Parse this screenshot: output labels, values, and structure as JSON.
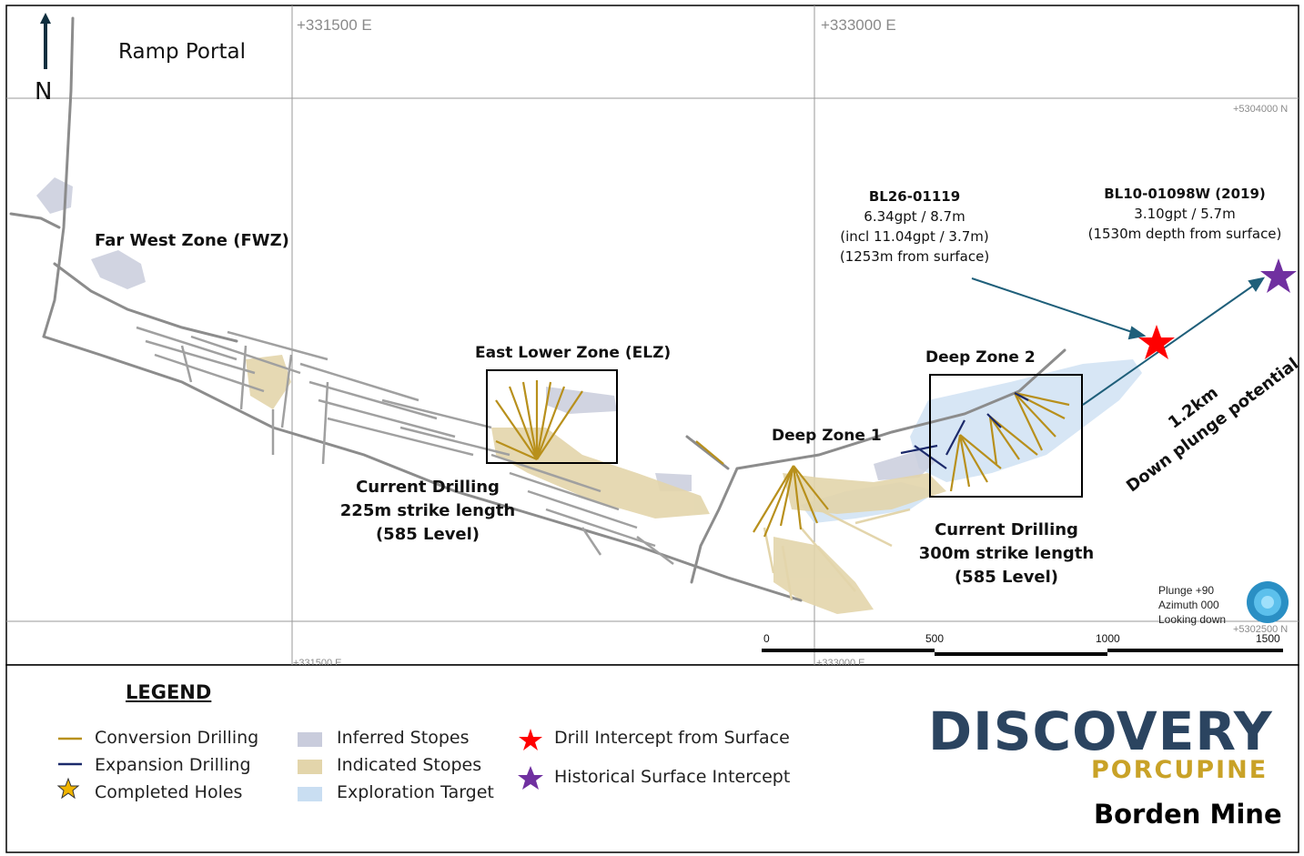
{
  "north_label": "N",
  "ramp_portal": "Ramp Portal",
  "grid": {
    "easting_1": "+331500 E",
    "easting_2": "+333000 E",
    "northing_1": "+5304000 N",
    "northing_2": "+5302500 N",
    "easting_1_bottom": "+331500 E",
    "easting_2_bottom": "+333000 E"
  },
  "zones": {
    "fwz": "Far West Zone (FWZ)",
    "elz": "East Lower Zone (ELZ)",
    "deep1": "Deep Zone 1",
    "deep2": "Deep Zone 2"
  },
  "drilling_left": {
    "line1": "Current Drilling",
    "line2": "225m strike length",
    "line3": "(585 Level)"
  },
  "drilling_right": {
    "line1": "Current Drilling",
    "line2": "300m strike length",
    "line3": "(585 Level)"
  },
  "intercept_1": {
    "hole": "BL26-01119",
    "grade": "6.34gpt / 8.7m",
    "incl": "(incl 11.04gpt / 3.7m)",
    "depth": "(1253m from surface)"
  },
  "intercept_2": {
    "hole": "BL10-01098W (2019)",
    "grade": "3.10gpt / 5.7m",
    "depth": "(1530m depth from surface)"
  },
  "plunge_text": {
    "line1": "1.2km",
    "line2": "Down plunge potential"
  },
  "view": {
    "plunge": "Plunge +90",
    "azimuth": "Azimuth 000",
    "looking": "Looking down"
  },
  "scale": [
    "0",
    "500",
    "1000",
    "1500"
  ],
  "legend": {
    "title": "LEGEND",
    "conversion": "Conversion Drilling",
    "expansion": "Expansion Drilling",
    "completed": "Completed Holes",
    "inferred": "Inferred Stopes",
    "indicated": "Indicated Stopes",
    "exploration": "Exploration Target",
    "surface_intercept": "Drill Intercept from Surface",
    "historical": "Historical Surface Intercept"
  },
  "brand": {
    "name": "DISCOVERY",
    "sub": "PORCUPINE",
    "mine": "Borden Mine"
  },
  "colors": {
    "conversion": "#b8901c",
    "expansion": "#1c2a6b",
    "inferred": "#c9ccdc",
    "indicated": "#e3d5ab",
    "exploration": "#c9def2",
    "surface_star": "#ff0000",
    "historical_star": "#7030a0",
    "arrow": "#1f5f7a",
    "brand_navy": "#2b4460",
    "brand_gold": "#c9a227"
  }
}
